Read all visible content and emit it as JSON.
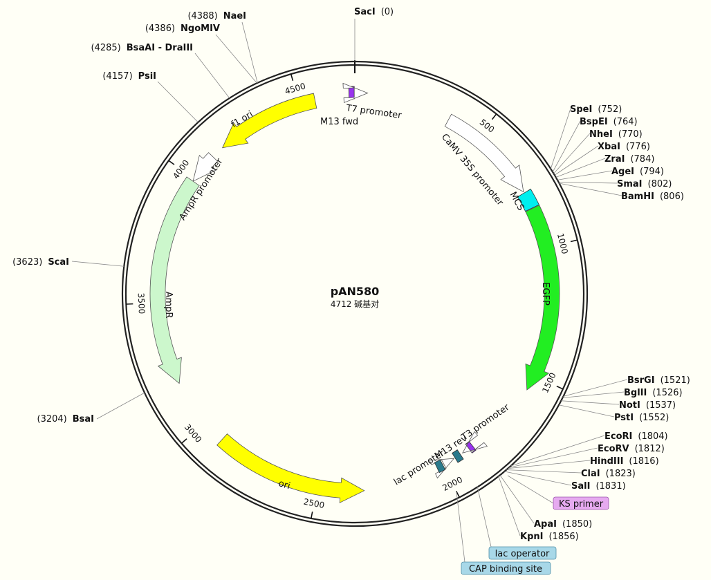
{
  "plasmid": {
    "name": "pAN580",
    "length_label": "4712 碱基对",
    "length": 4712
  },
  "colors": {
    "yellow": "#ffff00",
    "green": "#22ee22",
    "light_green": "#ccf7cc",
    "white_feature": "#ffffff",
    "cyan": "#00eeee",
    "purple": "#9933ee",
    "teal": "#2a7a8c",
    "ks_box": "#e6aaf0",
    "lac_box": "#a8d8e8"
  },
  "position_ticks": [
    {
      "value": 500,
      "label": "500"
    },
    {
      "value": 1000,
      "label": "1000"
    },
    {
      "value": 1500,
      "label": "1500"
    },
    {
      "value": 2000,
      "label": "2000"
    },
    {
      "value": 2500,
      "label": "2500"
    },
    {
      "value": 3000,
      "label": "3000"
    },
    {
      "value": 3500,
      "label": "3500"
    },
    {
      "value": 4000,
      "label": "4000"
    },
    {
      "value": 4500,
      "label": "4500"
    }
  ],
  "sites_left": [
    {
      "name": "NaeI",
      "pos": "(4388)",
      "bp": 4388
    },
    {
      "name": "NgoMIV",
      "pos": "(4386)",
      "bp": 4386
    },
    {
      "name": "BsaAI - DraIII",
      "pos": "(4285)",
      "bp": 4285
    },
    {
      "name": "PsiI",
      "pos": "(4157)",
      "bp": 4157
    },
    {
      "name": "ScaI",
      "pos": "(3623)",
      "bp": 3623
    },
    {
      "name": "BsaI",
      "pos": "(3204)",
      "bp": 3204
    }
  ],
  "site_top": {
    "name": "SacI",
    "pos": "(0)",
    "bp": 0
  },
  "sites_right_upper": [
    {
      "name": "SpeI",
      "pos": "(752)",
      "bp": 752
    },
    {
      "name": "BspEI",
      "pos": "(764)",
      "bp": 764
    },
    {
      "name": "NheI",
      "pos": "(770)",
      "bp": 770
    },
    {
      "name": "XbaI",
      "pos": "(776)",
      "bp": 776
    },
    {
      "name": "ZraI",
      "pos": "(784)",
      "bp": 784
    },
    {
      "name": "AgeI",
      "pos": "(794)",
      "bp": 794
    },
    {
      "name": "SmaI",
      "pos": "(802)",
      "bp": 802
    },
    {
      "name": "BamHI",
      "pos": "(806)",
      "bp": 806
    }
  ],
  "sites_right_mid": [
    {
      "name": "BsrGI",
      "pos": "(1521)",
      "bp": 1521
    },
    {
      "name": "BglII",
      "pos": "(1526)",
      "bp": 1526
    },
    {
      "name": "NotI",
      "pos": "(1537)",
      "bp": 1537
    },
    {
      "name": "PstI",
      "pos": "(1552)",
      "bp": 1552
    }
  ],
  "sites_right_lower": [
    {
      "name": "EcoRI",
      "pos": "(1804)",
      "bp": 1804
    },
    {
      "name": "EcoRV",
      "pos": "(1812)",
      "bp": 1812
    },
    {
      "name": "HindIII",
      "pos": "(1816)",
      "bp": 1816
    },
    {
      "name": "ClaI",
      "pos": "(1823)",
      "bp": 1823
    },
    {
      "name": "SalI",
      "pos": "(1831)",
      "bp": 1831
    }
  ],
  "sites_bottom": [
    {
      "name": "ApaI",
      "pos": "(1850)",
      "bp": 1850
    },
    {
      "name": "KpnI",
      "pos": "(1856)",
      "bp": 1856
    }
  ],
  "boxed_labels": {
    "ks_primer": "KS primer",
    "lac_operator": "lac operator",
    "cap_binding_site": "CAP binding site"
  },
  "features": {
    "f1_ori": "f1 ori",
    "ampr_promoter": "AmpR promoter",
    "ampr": "AmpR",
    "ori": "ori",
    "t7_promoter": "T7 promoter",
    "m13_fwd": "M13 fwd",
    "camv_35s_promoter": "CaMV 35S promoter",
    "mcs": "MCS",
    "egfp": "EGFP",
    "m13_rev": "M13 rev",
    "t3_promoter": "T3 promoter",
    "lac_promoter": "lac promoter"
  }
}
